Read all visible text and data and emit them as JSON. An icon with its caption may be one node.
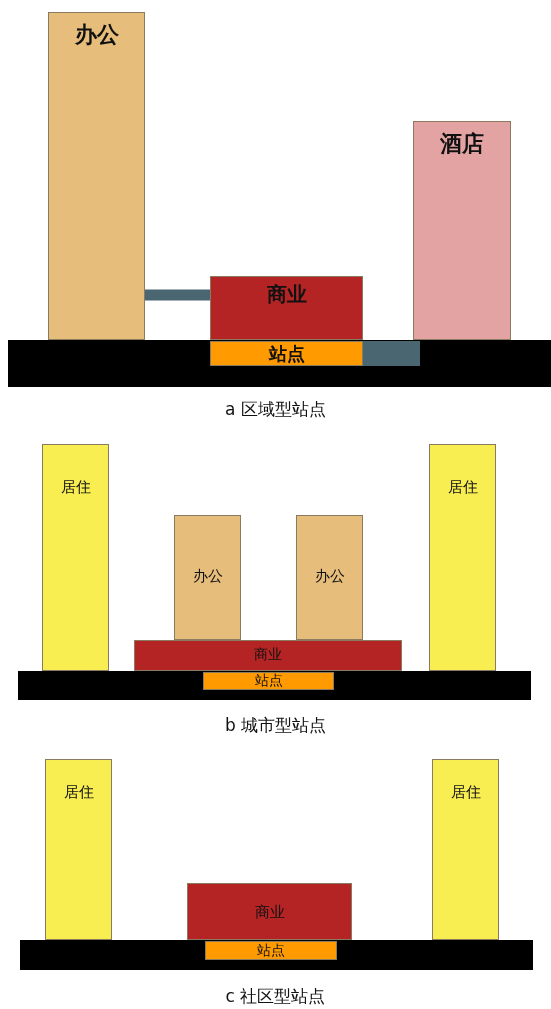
{
  "diagram": {
    "nodes": [
      {
        "text": [
          "办公"
        ]
      },
      {
        "text": [
          "商业"
        ]
      },
      {
        "text": [
          "站点"
        ]
      },
      {
        "text": [
          "酒店"
        ]
      },
      {
        "text": [
          "居住"
        ]
      },
      {
        "text": [
          "办公"
        ]
      },
      {
        "text": [
          "办公"
        ]
      },
      {
        "text": [
          "商业"
        ]
      },
      {
        "text": [
          "站点"
        ]
      },
      {
        "text": [
          "居住"
        ]
      },
      {
        "text": [
          "居住"
        ]
      },
      {
        "text": [
          "商业"
        ]
      },
      {
        "text": [
          "站点"
        ]
      },
      {
        "text": [
          "居住"
        ]
      }
    ],
    "edges": [
      {
        "from": 0,
        "to": 1,
        "arrow": "none"
      },
      {
        "from": 2,
        "to": 3,
        "arrow": "none",
        "style": "thick"
      }
    ],
    "labels": [
      "a 区域型站点",
      "b 城市型站点",
      "c 社区型站点"
    ]
  }
}
